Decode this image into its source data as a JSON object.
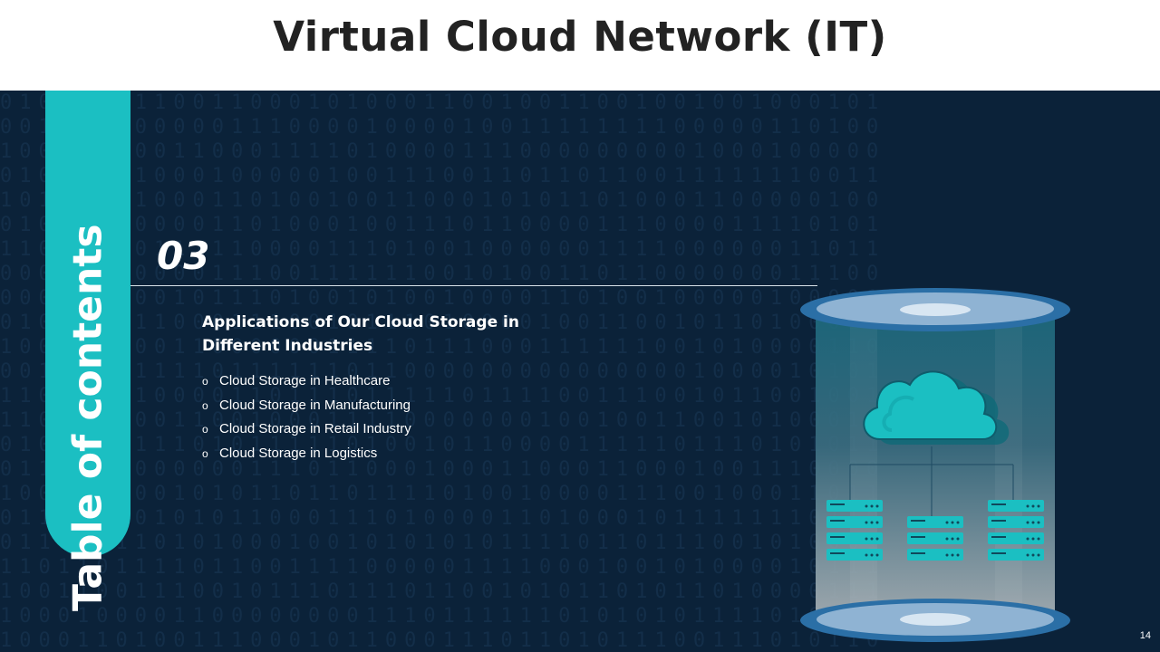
{
  "title": "Virtual Cloud Network (IT)",
  "toc_label": "Table of contents",
  "section": {
    "number": "03",
    "heading": "Applications of Our Cloud Storage in Different Industries",
    "bullet": "o",
    "items": [
      "Cloud Storage in Healthcare",
      "Cloud Storage in Manufacturing",
      "Cloud Storage in Retail Industry",
      "Cloud Storage in Logistics"
    ]
  },
  "page_number": "14",
  "colors": {
    "background": "#0b2239",
    "accent": "#1bbfc2",
    "header_bg": "#ffffff",
    "title_text": "#222222"
  },
  "icons": [
    "cloud-icon",
    "server-icon",
    "cylinder-icon"
  ]
}
